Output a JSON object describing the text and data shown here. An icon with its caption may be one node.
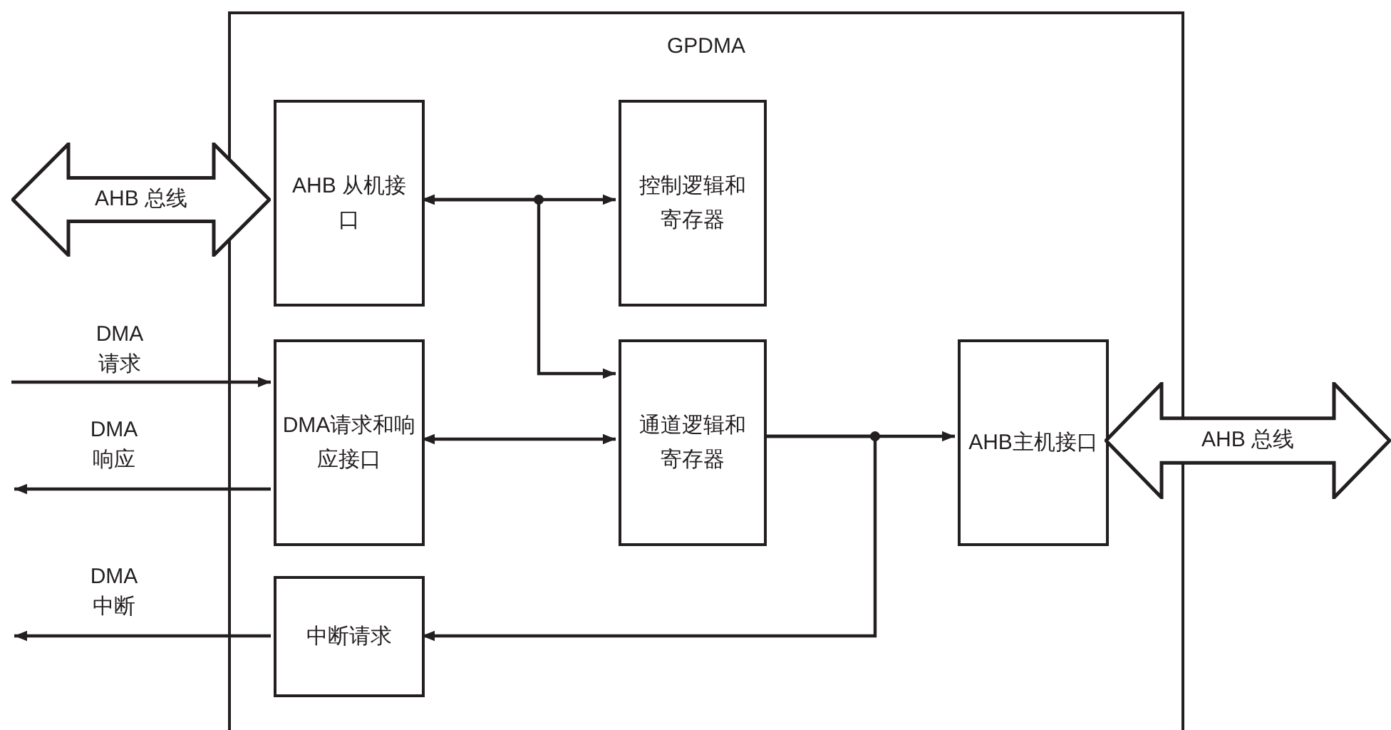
{
  "diagram": {
    "nodes": [
      {
        "text": [
          "GPDMA"
        ]
      },
      {
        "text": [
          "AHB 从机接口"
        ],
        "in": 0
      },
      {
        "text": [
          "控制逻辑和寄存器"
        ],
        "in": 0
      },
      {
        "text": [
          "DMA请求和响应接口"
        ],
        "in": 0
      },
      {
        "text": [
          "通道逻辑和寄存器"
        ],
        "in": 0
      },
      {
        "text": [
          "AHB主机接口"
        ],
        "in": 0
      },
      {
        "text": [
          "中断请求"
        ],
        "in": 0
      },
      {
        "text": [
          "AHB 总线"
        ]
      },
      {
        "text": [
          "AHB 总线"
        ]
      }
    ],
    "edges": [
      {
        "from": 1,
        "to": 2,
        "arrow": "both"
      },
      {
        "from": 1,
        "to": 4,
        "arrow": "both"
      },
      {
        "from": 3,
        "to": 4,
        "arrow": "both"
      },
      {
        "from": 4,
        "to": 5,
        "arrow": "to"
      },
      {
        "from": 4,
        "to": 6,
        "arrow": "to"
      },
      {
        "from": null,
        "to": 3,
        "arrow": "to",
        "label": "DMA请求"
      },
      {
        "from": 3,
        "to": null,
        "arrow": "to",
        "label": "DMA响应"
      },
      {
        "from": 6,
        "to": null,
        "arrow": "to",
        "label": "DMA中断"
      }
    ]
  }
}
